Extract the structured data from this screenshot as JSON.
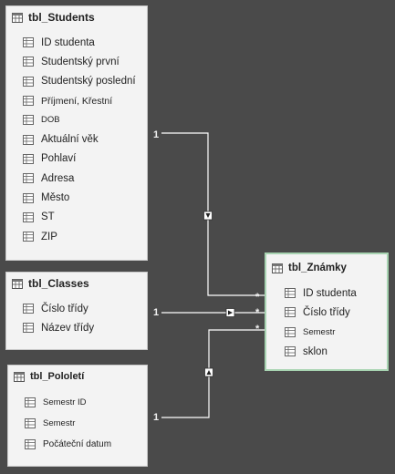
{
  "tables": {
    "students": {
      "name": "tbl_Students",
      "fields": [
        "ID studenta",
        "Studentský první",
        "Studentský poslední",
        "Příjmení, Křestní",
        "DOB",
        "Aktuální věk",
        "Pohlaví",
        "Adresa",
        "Město",
        "ST",
        "ZIP"
      ]
    },
    "classes": {
      "name": "tbl_Classes",
      "fields": [
        "Číslo třídy",
        "Název třídy"
      ]
    },
    "pololeti": {
      "name": "tbl_Pololetí",
      "fields": [
        "Semestr ID",
        "Semestr",
        "Počáteční datum"
      ]
    },
    "znamky": {
      "name": "tbl_Známky",
      "fields": [
        "ID studenta",
        "Číslo třídy",
        "Semestr",
        "sklon"
      ]
    }
  },
  "relationships": [
    {
      "one_label": "1",
      "many_label": "*"
    },
    {
      "one_label": "1",
      "many_label": "*"
    },
    {
      "one_label": "1",
      "many_label": "*"
    }
  ],
  "icons": {
    "table": "table-grid-icon",
    "field": "field-grid-icon"
  },
  "colors": {
    "canvas": "#4a4a4a",
    "card": "#f3f3f3",
    "selected_border": "#a7d3b1",
    "line": "#ffffff"
  }
}
